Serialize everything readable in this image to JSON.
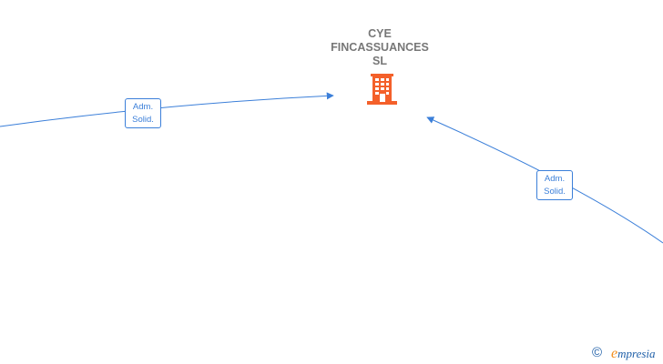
{
  "company": {
    "name_lines": [
      "CYE",
      "FINCASSUANCES",
      "SL"
    ],
    "icon": "building-icon",
    "icon_color": "#f4602a"
  },
  "edges": [
    {
      "label_lines": [
        "Adm.",
        "Solid."
      ]
    },
    {
      "label_lines": [
        "Adm.",
        "Solid."
      ]
    }
  ],
  "colors": {
    "edge": "#3b7fd9",
    "node_text": "#777777"
  },
  "footer": {
    "copyright_symbol": "©",
    "brand_initial": "e",
    "brand_rest": "mpresia"
  }
}
